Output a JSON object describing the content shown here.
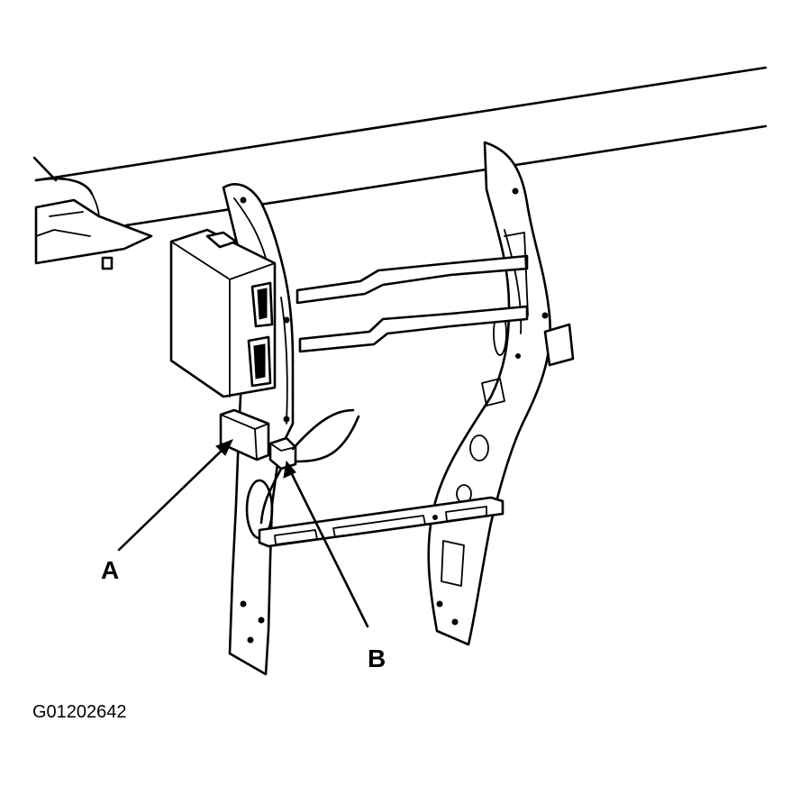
{
  "labels": {
    "a": "A",
    "b": "B"
  },
  "figure_code": "G01202642",
  "colors": {
    "line": "#000000",
    "background": "#ffffff"
  }
}
